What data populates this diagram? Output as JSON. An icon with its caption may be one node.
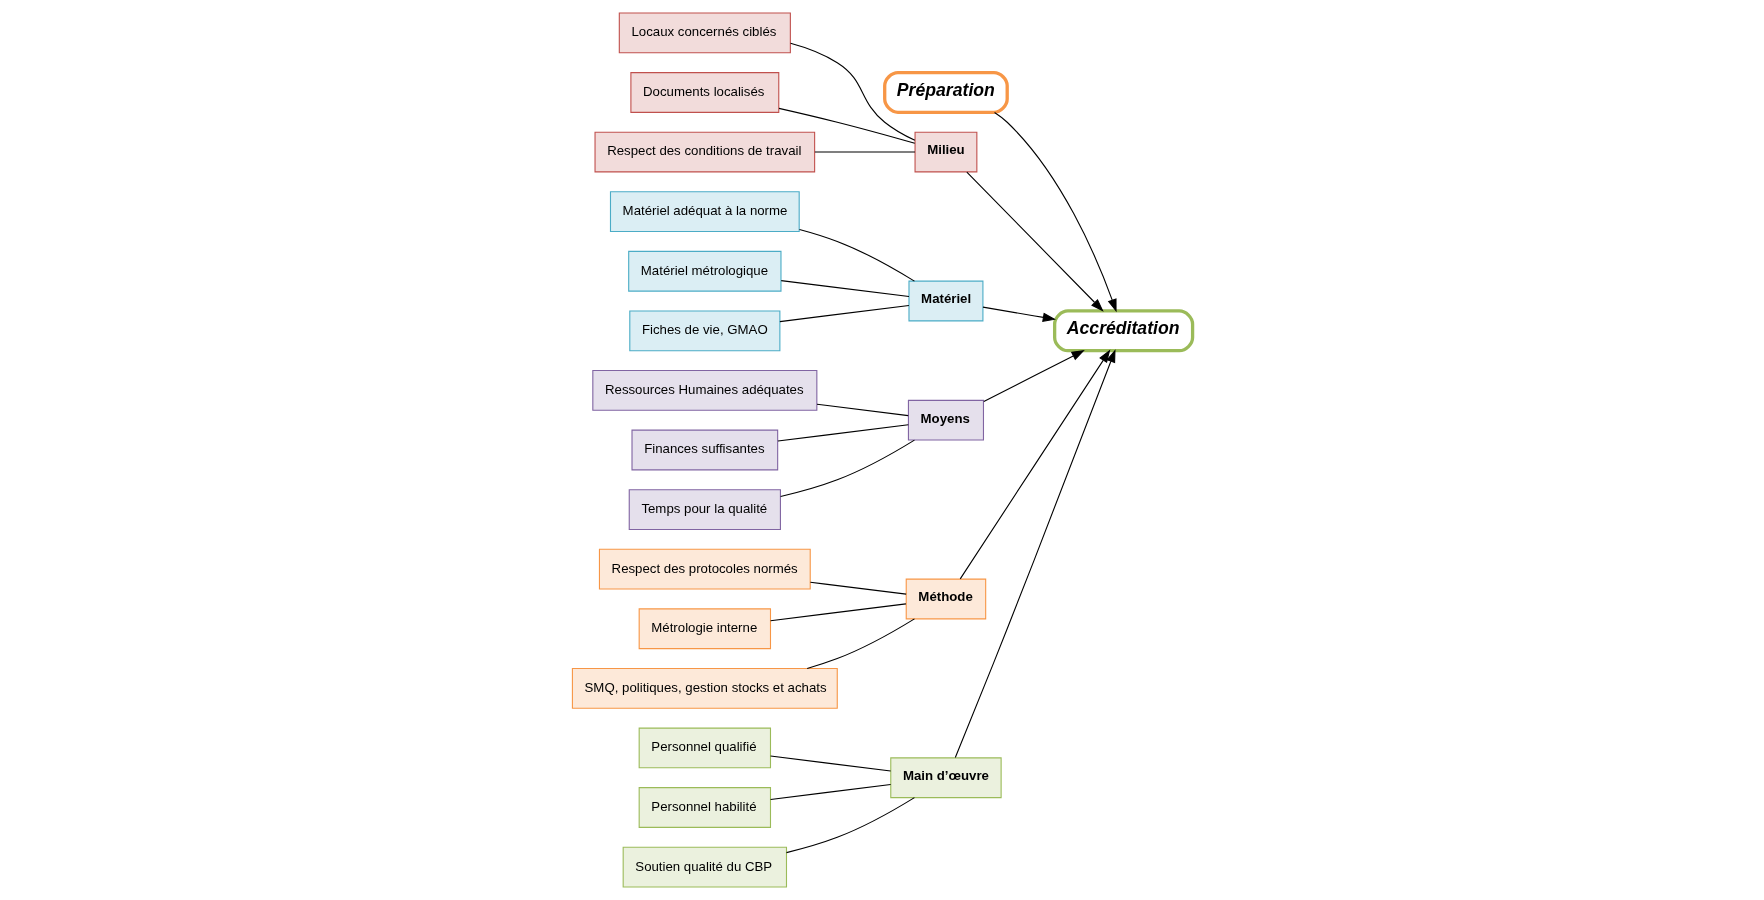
{
  "diagram": {
    "nodes": [
      {
        "text": [
          "Préparation"
        ]
      },
      {
        "text": [
          "Accréditation"
        ]
      },
      {
        "text": [
          "Milieu"
        ]
      },
      {
        "text": [
          "Locaux concernés ciblés"
        ]
      },
      {
        "text": [
          "Documents localisés"
        ]
      },
      {
        "text": [
          "Respect des conditions de travail"
        ]
      },
      {
        "text": [
          "Matériel"
        ]
      },
      {
        "text": [
          "Matériel adéquat à la norme"
        ]
      },
      {
        "text": [
          "Matériel métrologique"
        ]
      },
      {
        "text": [
          "Fiches de vie, GMAO"
        ]
      },
      {
        "text": [
          "Ressources Humaines adéquates"
        ]
      },
      {
        "text": [
          "Finances suffisantes"
        ]
      },
      {
        "text": [
          "Temps pour la qualité"
        ]
      },
      {
        "text": [
          "Moyens"
        ]
      },
      {
        "text": [
          "Respect des protocoles normés"
        ]
      },
      {
        "text": [
          "Métrologie interne"
        ]
      },
      {
        "text": [
          "SMQ, politiques, gestion stocks et achats"
        ]
      },
      {
        "text": [
          "Méthode"
        ]
      },
      {
        "text": [
          "Personnel qualifié"
        ]
      },
      {
        "text": [
          "Personnel habilité"
        ]
      },
      {
        "text": [
          "Soutien qualité du CBP"
        ]
      },
      {
        "text": [
          "Main d’œuvre"
        ]
      }
    ],
    "edges": [
      {
        "from": 0,
        "to": 1,
        "arrow": "to"
      },
      {
        "from": 2,
        "to": 1,
        "arrow": "to"
      },
      {
        "from": 3,
        "to": 2,
        "arrow": "none"
      },
      {
        "from": 4,
        "to": 2,
        "arrow": "none"
      },
      {
        "from": 5,
        "to": 2,
        "arrow": "none"
      },
      {
        "from": 6,
        "to": 1,
        "arrow": "to"
      },
      {
        "from": 7,
        "to": 6,
        "arrow": "none"
      },
      {
        "from": 8,
        "to": 6,
        "arrow": "none"
      },
      {
        "from": 9,
        "to": 6,
        "arrow": "none"
      },
      {
        "from": 13,
        "to": 1,
        "arrow": "to"
      },
      {
        "from": 10,
        "to": 13,
        "arrow": "none"
      },
      {
        "from": 11,
        "to": 13,
        "arrow": "none"
      },
      {
        "from": 12,
        "to": 13,
        "arrow": "none"
      },
      {
        "from": 17,
        "to": 1,
        "arrow": "to"
      },
      {
        "from": 14,
        "to": 17,
        "arrow": "none"
      },
      {
        "from": 15,
        "to": 17,
        "arrow": "none"
      },
      {
        "from": 16,
        "to": 17,
        "arrow": "none"
      },
      {
        "from": 21,
        "to": 1,
        "arrow": "to"
      },
      {
        "from": 18,
        "to": 21,
        "arrow": "none"
      },
      {
        "from": 19,
        "to": 21,
        "arrow": "none"
      },
      {
        "from": 20,
        "to": 21,
        "arrow": "none"
      }
    ]
  }
}
